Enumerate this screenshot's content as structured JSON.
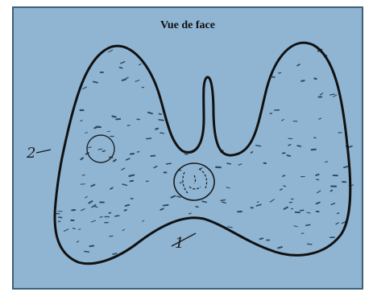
{
  "figure": {
    "title": "Vue de face",
    "labels": {
      "one": "1",
      "two": "2"
    },
    "colors": {
      "background": "#8fb5d3",
      "frame_border": "#3d5f78",
      "outline": "#111111",
      "speckle": "#2f4a60"
    }
  }
}
